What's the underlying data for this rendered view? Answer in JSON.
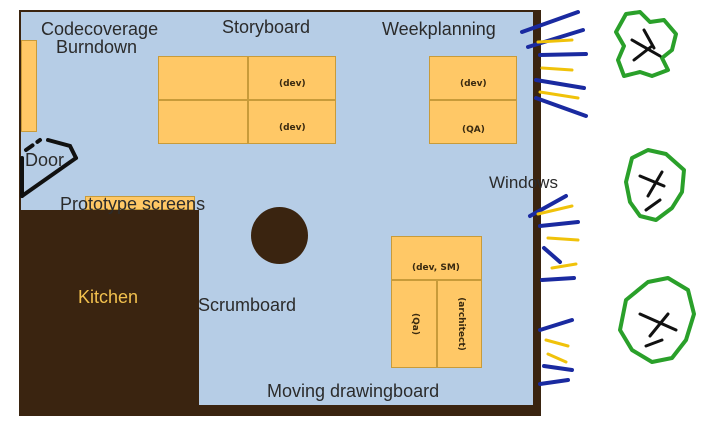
{
  "labels": {
    "codecoverage": "Codecoverage",
    "burndown": "Burndown",
    "storyboard": "Storyboard",
    "weekplanning": "Weekplanning",
    "door": "Door",
    "prototype_screens": "Prototype screens",
    "windows": "Windows",
    "kitchen": "Kitchen",
    "scrumboard": "Scrumboard",
    "moving_drawingboard": "Moving drawingboard"
  },
  "desks": {
    "storyboard_right_top": "(dev)",
    "storyboard_right_bottom": "(dev)",
    "week_top": "(dev)",
    "week_bottom": "(QA)",
    "group_top": "(dev, SM)",
    "group_left": "(Qa)",
    "group_right": "(architect)"
  },
  "colors": {
    "floor": "#b6cde6",
    "wall": "#3a2410",
    "desk": "#ffc866",
    "kitchen_text": "#f2c14e",
    "window_blue": "#1a2aa0",
    "window_yellow": "#f0c20a",
    "plant_green": "#2aa02a"
  }
}
